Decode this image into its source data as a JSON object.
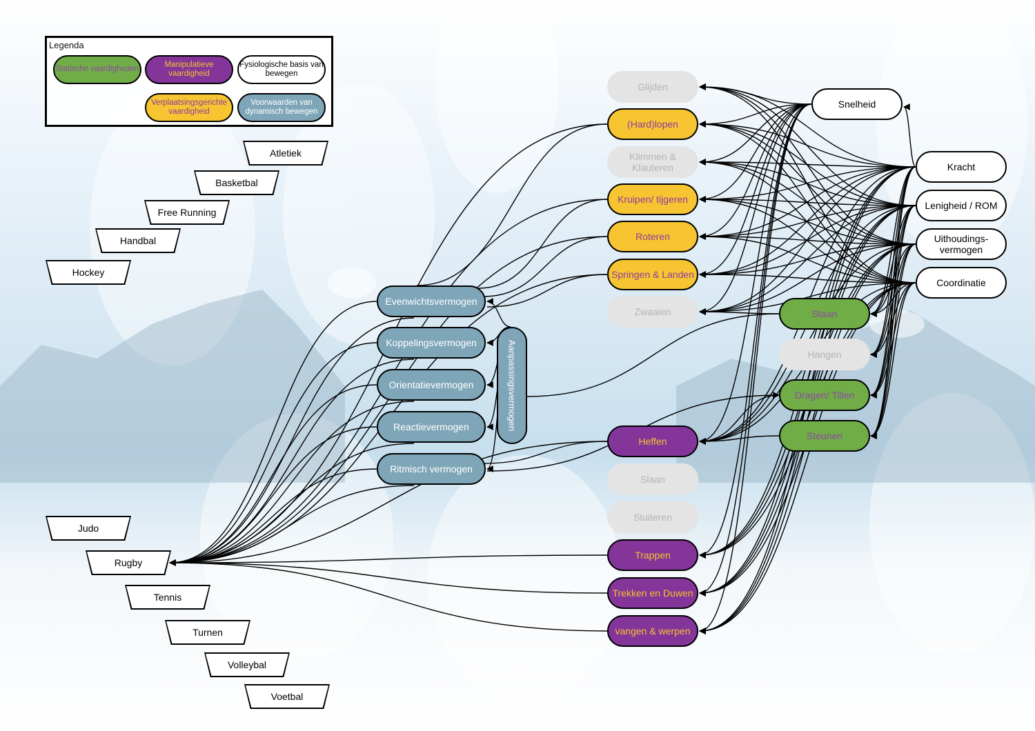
{
  "legend": {
    "title": "Legenda",
    "items": [
      {
        "label": "Statische vaardigheden",
        "style": "green"
      },
      {
        "label": "Manipulatieve vaardigheid",
        "style": "purple"
      },
      {
        "label": "Fysiologische basis van bewegen",
        "style": "white"
      },
      {
        "label": "Verplaatsingsgerichte vaardigheid",
        "style": "yellow"
      },
      {
        "label": "Voorwaarden van dynamisch bewegen",
        "style": "blue"
      }
    ]
  },
  "sports": [
    "Atletiek",
    "Basketbal",
    "Free Running",
    "Handbal",
    "Hockey",
    "Judo",
    "Rugby",
    "Tennis",
    "Turnen",
    "Volleybal",
    "Voetbal"
  ],
  "conditions": {
    "items": [
      "Evenwichtsvermogen",
      "Koppelingsvermogen",
      "Orientatievermogen",
      "Reactievermogen",
      "Ritmisch vermogen"
    ],
    "vertical": "Aanpassingsvermogen"
  },
  "skills": [
    {
      "label": "Glijden",
      "style": "gray"
    },
    {
      "label": "(Hard)lopen",
      "style": "yellow"
    },
    {
      "label": "Klimmen & Klauteren",
      "style": "gray"
    },
    {
      "label": "Kruipen/ tijgeren",
      "style": "yellow"
    },
    {
      "label": "Roteren",
      "style": "yellow"
    },
    {
      "label": "Springen & Landen",
      "style": "yellow"
    },
    {
      "label": "Zwaaien",
      "style": "gray"
    },
    {
      "label": "Heffen",
      "style": "purple"
    },
    {
      "label": "Slaan",
      "style": "gray"
    },
    {
      "label": "Stuiteren",
      "style": "gray"
    },
    {
      "label": "Trappen",
      "style": "purple"
    },
    {
      "label": "Trekken en Duwen",
      "style": "purple"
    },
    {
      "label": "vangen & werpen",
      "style": "purple"
    }
  ],
  "static_skills": [
    {
      "label": "Staan",
      "style": "green"
    },
    {
      "label": "Hangen",
      "style": "gray"
    },
    {
      "label": "Dragen/ Tillen",
      "style": "green"
    },
    {
      "label": "Steunen",
      "style": "green"
    }
  ],
  "physiology": [
    "Snelheid",
    "Kracht",
    "Lenigheid / ROM",
    "Uithoudings- vermogen",
    "Coordinatie"
  ],
  "colors": {
    "green": "#70ad47",
    "purple": "#84359a",
    "yellow": "#f7c531",
    "blue": "#7fa6b8",
    "gray": "#e4e4e4",
    "white": "#ffffff"
  }
}
